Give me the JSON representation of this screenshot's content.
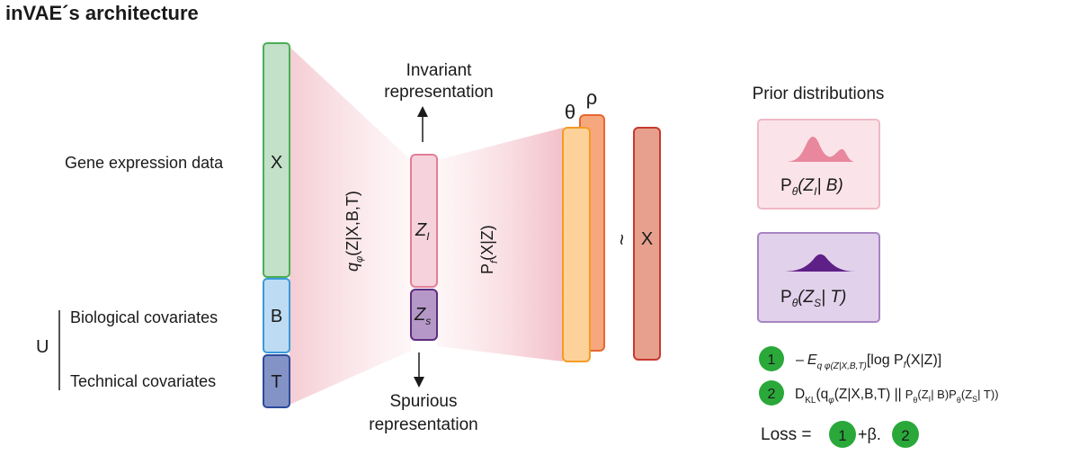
{
  "title": "inVAE´s architecture",
  "inputs": {
    "gene_expression_label": "Gene expression data",
    "x_block": "X",
    "u_label": "U",
    "biological_label": "Biological covariates",
    "b_block": "B",
    "technical_label": "Technical covariates",
    "t_block": "T"
  },
  "encoder": {
    "q": "q",
    "q_sub": "φ",
    "q_args": "(Z|X,B,T)"
  },
  "latent": {
    "invariant_line1": "Invariant",
    "invariant_line2": "representation",
    "zi": "Z",
    "zi_sub": "I",
    "zs": "Z",
    "zs_sub": "s",
    "spurious_line1": "Spurious",
    "spurious_line2": "representation"
  },
  "decoder": {
    "p": "P",
    "p_sub": "f",
    "p_args": "(X|Z)",
    "theta": "θ",
    "rho": "ρ",
    "tilde": "~",
    "x_out": "X"
  },
  "priors": {
    "heading": "Prior distributions",
    "prior1_p": "P",
    "prior1_sub": "θ",
    "prior1_open": "(",
    "prior1_z": "Z",
    "prior1_zsub": "I",
    "prior1_rest": "| B)",
    "prior2_p": "P",
    "prior2_sub": "θ",
    "prior2_open": "(",
    "prior2_z": "Z",
    "prior2_zsub": "S",
    "prior2_rest": "| T)"
  },
  "loss": {
    "badge1": "1",
    "badge2": "2",
    "term1_minus": "–",
    "term1_E": "E",
    "term1_E_sub": "q φ(Z|X,B,T)",
    "term1_rest": "[log P",
    "term1_f": "f",
    "term1_end": "(X|Z)]",
    "term2_D": "D",
    "term2_D_sub": "KL",
    "term2_q": "(q",
    "term2_q_sub": "φ",
    "term2_q_args": "(Z|X,B,T) ||",
    "term2_p1": "P",
    "term2_p1_sub": "θ",
    "term2_p1_args": "(Z",
    "term2_p1_zsub": "I",
    "term2_p1_end": "| B)P",
    "term2_p2_sub": "θ",
    "term2_p2_args": "(Z",
    "term2_p2_zsub": "S",
    "term2_p2_end": "| T))",
    "loss_label": "Loss =",
    "plus_beta": "+β."
  },
  "colors": {
    "green_fill": "#c3e0c8",
    "green_stroke": "#4cae55",
    "blue_fill": "#bddcf3",
    "blue_stroke": "#3a9ad9",
    "navy_fill": "#8493c6",
    "navy_stroke": "#2c4a9a",
    "pink_fill": "#f6d3dc",
    "pink_stroke": "#e27f98",
    "purple_fill": "#b598c8",
    "purple_stroke": "#5e2d7e",
    "orange_fill": "#fcd29a",
    "orange_stroke": "#f39c24",
    "salmon_fill": "#f7a77e",
    "salmon_stroke": "#e4682f",
    "red_fill": "#e6a08d",
    "red_stroke": "#c73a2f",
    "badge_green": "#2aa83a"
  }
}
